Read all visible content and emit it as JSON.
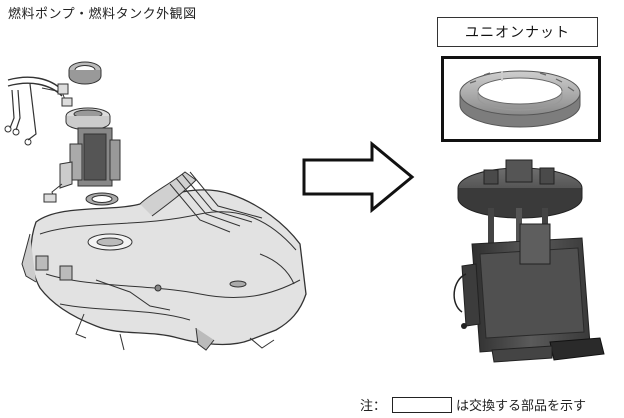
{
  "title": "燃料ポンプ・燃料タンク外観図",
  "part_label": "ユニオンナット",
  "note": {
    "prefix": "注：",
    "suffix": "は交換する部品を示す"
  }
}
